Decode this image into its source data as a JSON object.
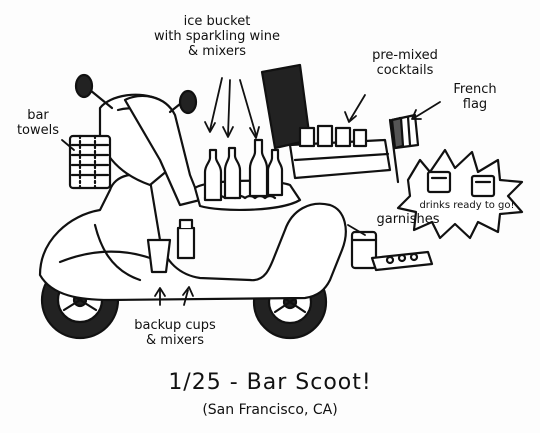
{
  "annotations": {
    "ice_bucket": "ice bucket\nwith sparkling wine\n& mixers",
    "pre_mixed": "pre-mixed\ncocktails",
    "french_flag": "French\nflag",
    "bar_towels": "bar\ntowels",
    "drinks_ready": "drinks ready to go!",
    "garnishes": "garnishes",
    "backup_cups": "backup cups\n& mixers"
  },
  "title": "1/25 - Bar Scoot!",
  "subtitle": "(San Francisco, CA)",
  "colors": {
    "ink": "#111111",
    "paper": "#fdfdfd"
  }
}
